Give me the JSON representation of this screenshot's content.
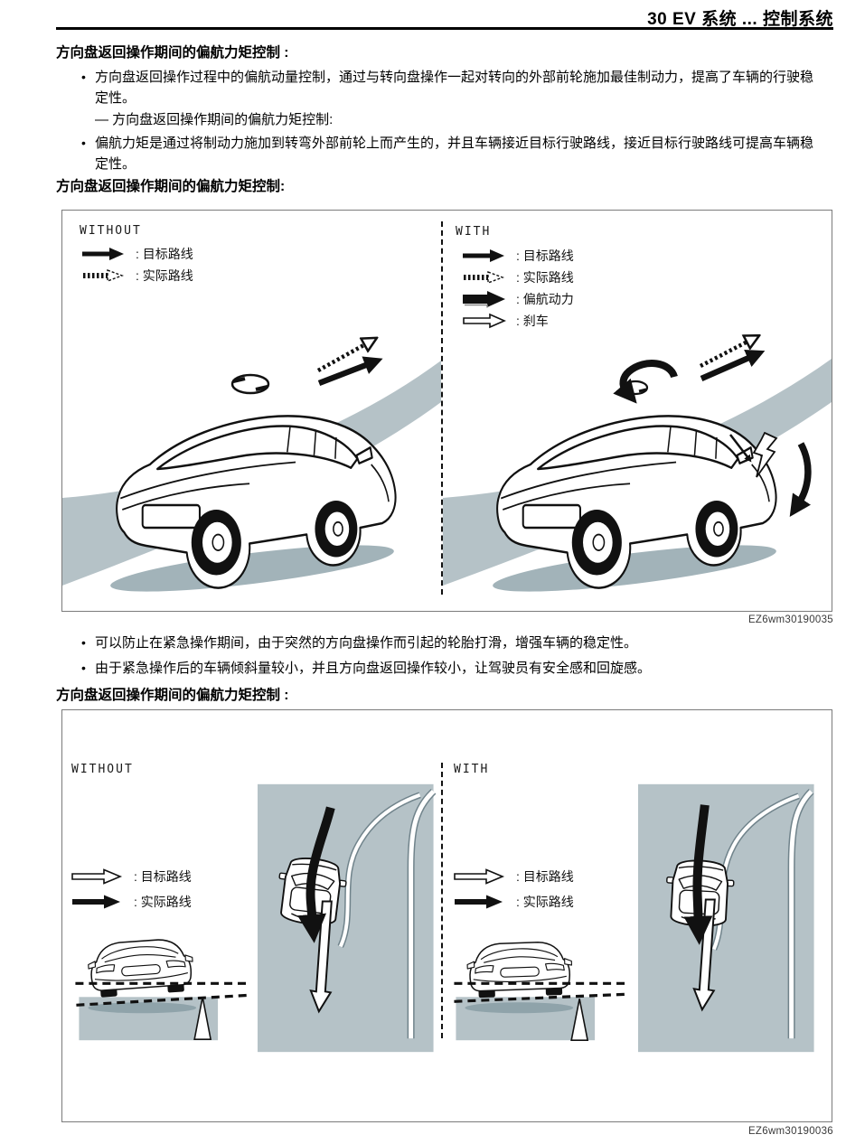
{
  "header": {
    "title": "30 EV 系统 ... 控制系统"
  },
  "colors": {
    "road_fill": "#b5c2c7",
    "shadow_fill": "#a2b3b9",
    "line_art": "#111111",
    "figure_border": "#7b7b7b"
  },
  "bullet_marker": "•",
  "intro": {
    "heading": "方向盘返回操作期间的偏航力矩控制 :",
    "bullet1": "方向盘返回操作过程中的偏航动量控制，通过与转向盘操作一起对转向的外部前轮施加最佳制动力，提高了车辆的行驶稳定性。",
    "sub_item": "— 方向盘返回操作期间的偏航力矩控制:",
    "bullet2": "偏航力矩是通过将制动力施加到转弯外部前轮上而产生的，并且车辆接近目标行驶路线，接近目标行驶路线可提高车辆稳定性。"
  },
  "figure1": {
    "heading": "方向盘返回操作期间的偏航力矩控制:",
    "caption_code": "EZ6wm30190035",
    "left": {
      "label": "WITHOUT",
      "legend": [
        {
          "icon": "solid-arrow-icon",
          "text": ": 目标路线"
        },
        {
          "icon": "dashed-arrow-icon",
          "text": ": 实际路线"
        }
      ]
    },
    "right": {
      "label": "WITH",
      "legend": [
        {
          "icon": "solid-arrow-icon",
          "text": ": 目标路线"
        },
        {
          "icon": "dashed-arrow-icon",
          "text": ": 实际路线"
        },
        {
          "icon": "thick-arrow-icon",
          "text": ": 偏航动力"
        },
        {
          "icon": "outline-arrow-icon",
          "text": ":  刹车"
        }
      ]
    }
  },
  "notes": {
    "bullet1": "可以防止在紧急操作期间，由于突然的方向盘操作而引起的轮胎打滑，增强车辆的稳定性。",
    "bullet2": "由于紧急操作后的车辆倾斜量较小，并且方向盘返回操作较小，让驾驶员有安全感和回旋感。"
  },
  "figure2": {
    "heading": "方向盘返回操作期间的偏航力矩控制 :",
    "caption_code": "EZ6wm30190036",
    "left": {
      "label": "WITHOUT",
      "legend": [
        {
          "icon": "outline-arrow-icon",
          "text": ": 目标路线"
        },
        {
          "icon": "solid-arrow-icon",
          "text": ": 实际路线"
        }
      ]
    },
    "right": {
      "label": "WITH",
      "legend": [
        {
          "icon": "outline-arrow-icon",
          "text": ": 目标路线"
        },
        {
          "icon": "solid-arrow-icon",
          "text": ": 实际路线"
        }
      ]
    }
  }
}
